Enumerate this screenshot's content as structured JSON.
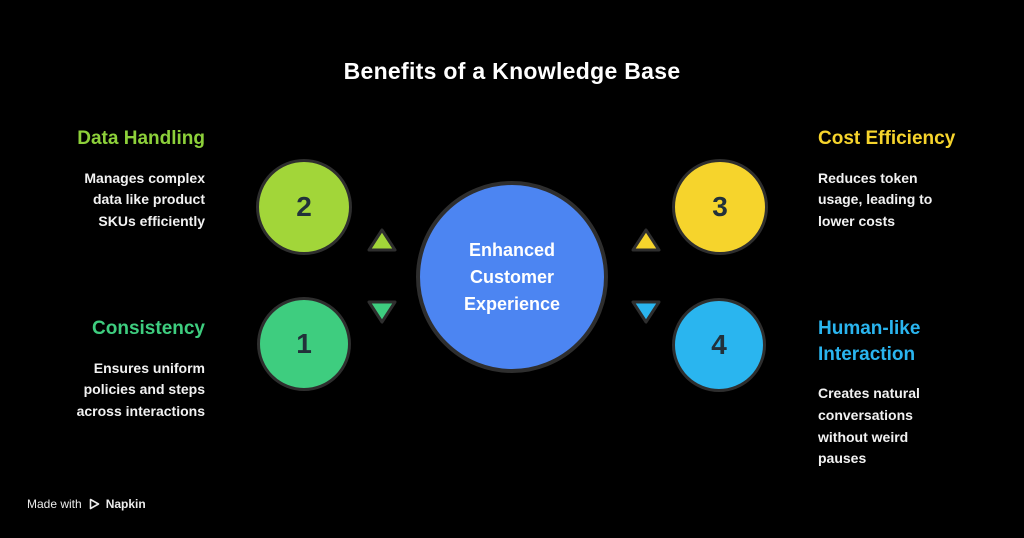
{
  "title": "Benefits of a Knowledge Base",
  "center_node": {
    "label": "Enhanced Customer Experience",
    "color": "#4c85f2",
    "text_color": "#ffffff"
  },
  "nodes": {
    "data_handling": {
      "number": "2",
      "color": "#a2d639"
    },
    "consistency": {
      "number": "1",
      "color": "#3ecd7f"
    },
    "cost_efficiency": {
      "number": "3",
      "color": "#f6d42c"
    },
    "human_interaction": {
      "number": "4",
      "color": "#2ab5ef"
    }
  },
  "sections": {
    "data_handling": {
      "heading": "Data Handling",
      "color": "#8dd03a",
      "body": "Manages complex data like product SKUs efficiently"
    },
    "consistency": {
      "heading": "Consistency",
      "color": "#3ecd7f",
      "body": "Ensures uniform policies and steps across interactions"
    },
    "cost_efficiency": {
      "heading": "Cost Efficiency",
      "color": "#f6d42c",
      "body": "Reduces token usage, leading to lower costs"
    },
    "human_interaction": {
      "heading": "Human-like Interaction",
      "color": "#2ab5ef",
      "body": "Creates natural conversations without weird pauses"
    }
  },
  "footer": {
    "made_with": "Made with",
    "brand": "Napkin"
  },
  "colors": {
    "background": "#000000",
    "outline": "#2e2e2e",
    "body_text": "#f2f2f2",
    "node_number": "#22313a"
  }
}
